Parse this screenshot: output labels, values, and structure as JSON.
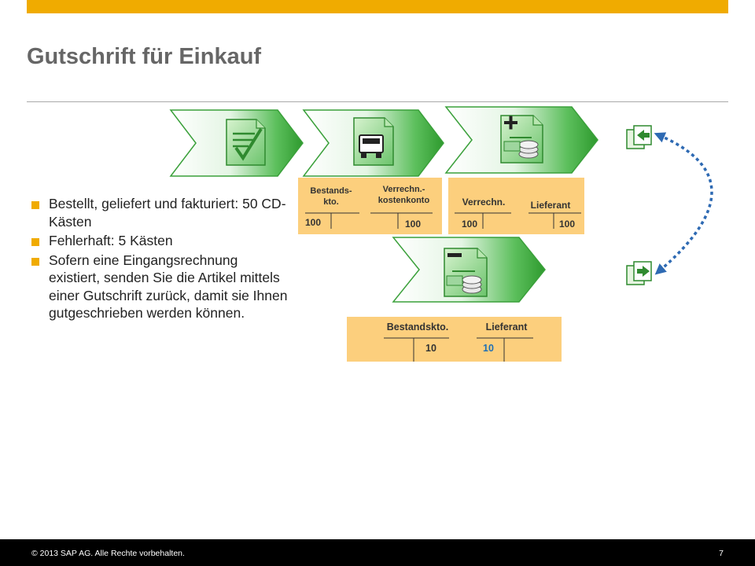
{
  "slide": {
    "title": "Gutschrift für Einkauf",
    "bullets": [
      "Bestellt, geliefert und fakturiert: 50 CD-Kästen",
      "Fehlerhaft: 5 Kästen",
      "Sofern eine Eingangsrechnung existiert, senden Sie die Artikel mittels einer Gutschrift zurück, damit sie Ihnen gutgeschrieben werden können."
    ]
  },
  "accounts": {
    "box1": {
      "left_label": "Bestands-\nkto.",
      "right_label": "Verrechn.-\nkostenkonto",
      "left_value": "100",
      "right_value": "100"
    },
    "box2": {
      "left_label": "Verrechn.",
      "right_label": "Lieferant",
      "left_value": "100",
      "right_value": "100"
    },
    "box3": {
      "left_label": "Bestandskto.",
      "right_label": "Lieferant",
      "left_value": "10",
      "right_value": "10"
    }
  },
  "colors": {
    "accent": "#f0ab00",
    "account_box": "#fccf7d",
    "chevron_green": "#3fae3f",
    "arrow_blue": "#2e6ab3",
    "highlight_value": "#1f6fb5"
  },
  "icons": [
    "checked-document-icon",
    "delivery-truck-icon",
    "invoice-plus-coins-icon",
    "credit-memo-minus-coins-icon",
    "incoming-document-icon",
    "outgoing-document-icon"
  ],
  "footer": {
    "copyright": "© 2013 SAP AG. Alle Rechte vorbehalten.",
    "page_number": "7"
  }
}
